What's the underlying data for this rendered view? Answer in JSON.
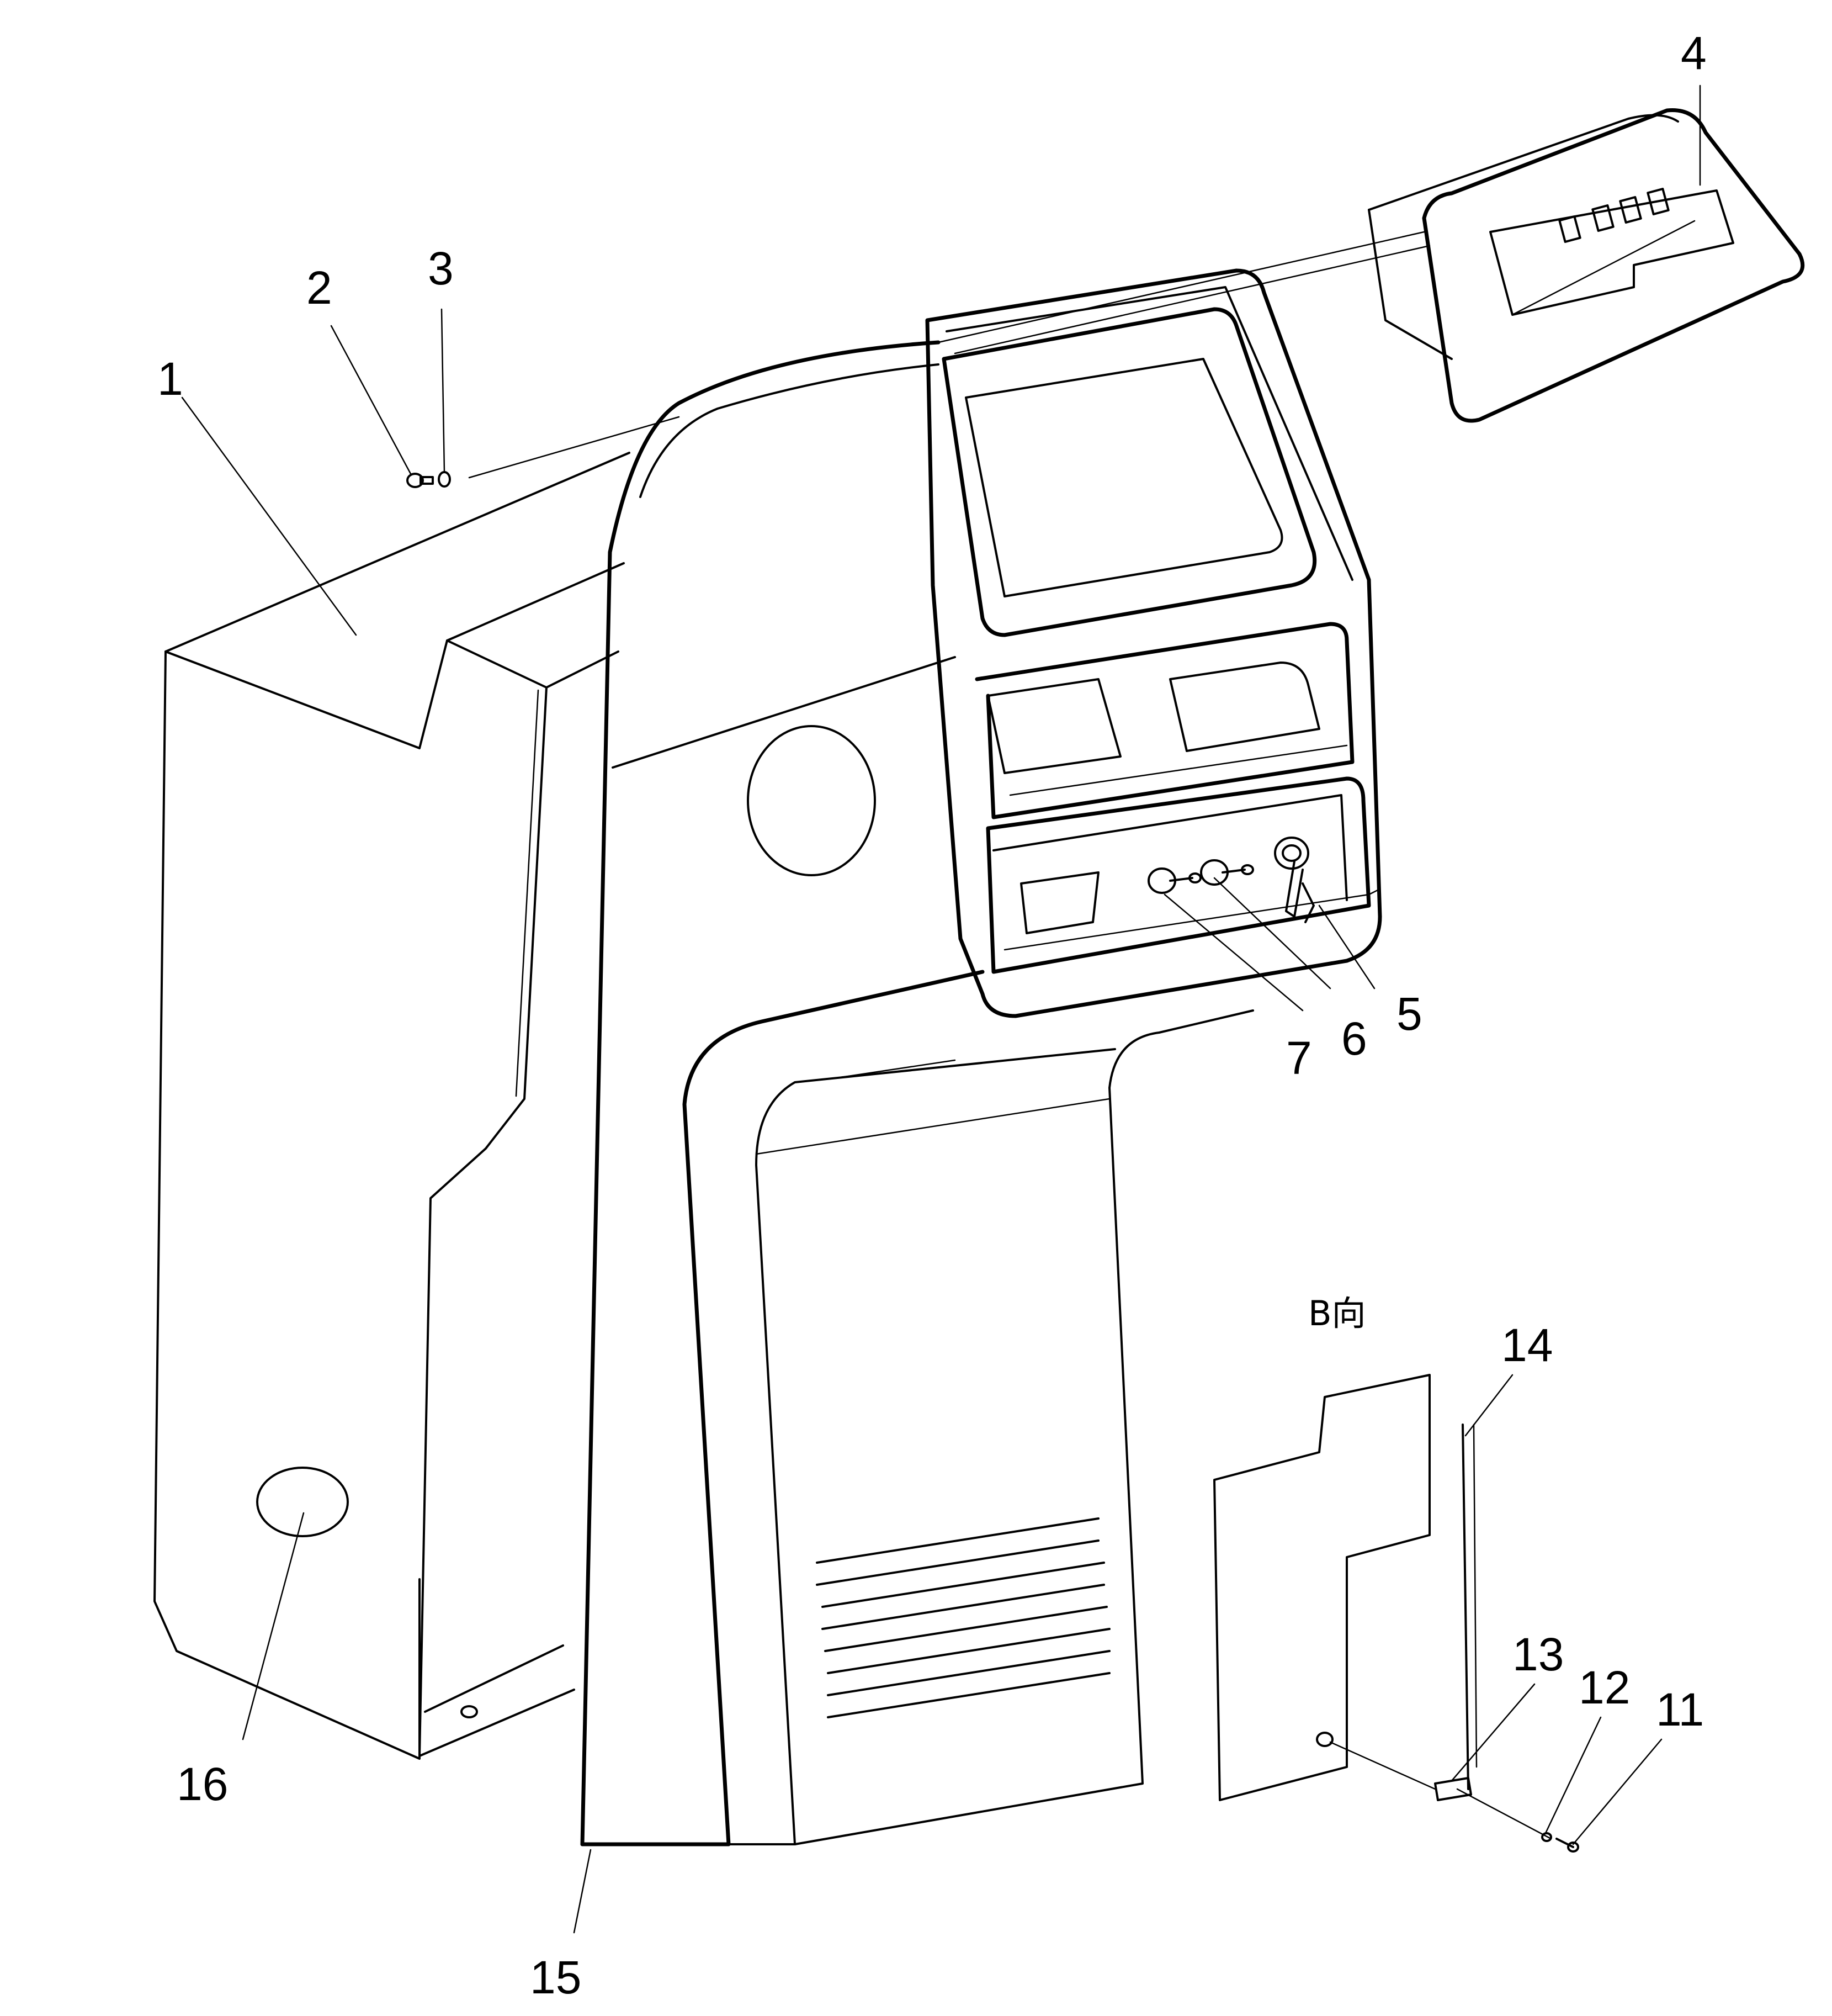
{
  "labels": {
    "part_1": "1",
    "part_2": "2",
    "part_3": "3",
    "part_4": "4",
    "part_5": "5",
    "part_6": "6",
    "part_7": "7",
    "part_11": "11",
    "part_12": "12",
    "part_13": "13",
    "part_14": "14",
    "part_15": "15",
    "part_16": "16"
  },
  "view_caption": "B向"
}
